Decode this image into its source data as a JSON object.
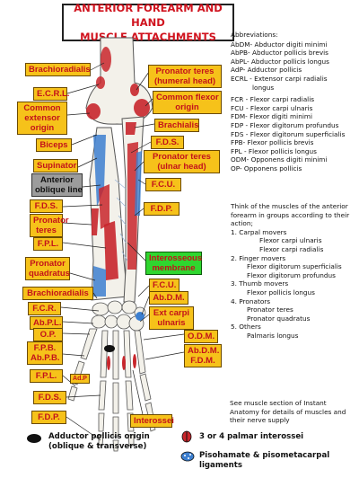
{
  "title": {
    "line1": "ANTERIOR FOREARM AND HAND",
    "line2": "MUSCLE ATTACHMENTS"
  },
  "labels": {
    "brachioradialis_top": "Brachioradialis",
    "ecrl": "E.C.R.L.",
    "common_extensor": "Common\nextensor\norigin",
    "biceps": "Biceps",
    "supinator": "Supinator",
    "anterior_oblique": "Anterior\noblique line",
    "fds_left": "F.D.S.",
    "pronator_teres_left": "Pronator\nteres",
    "fpl_top": "F.P.L.",
    "pronator_quadratus": "Pronator\nquadratus",
    "brachioradialis_bottom": "Brachioradialis",
    "fcr": "F.C.R.",
    "abpl": "Ab.P.L.",
    "op": "O.P.",
    "fpb_abpb": "F.P.B.\nAb.P.B.",
    "fpl_bottom": "F.P.L.",
    "adp": "Ad.P",
    "fds_bottom": "F.D.S.",
    "fdp_bottom": "F.D.P.",
    "pronator_teres_humeral": "Pronator teres\n(humeral head)",
    "common_flexor": "Common flexor\norigin",
    "brachialis": "Brachialis",
    "fds_right": "F.D.S.",
    "pronator_teres_ulnar": "Pronator teres\n(ulnar head)",
    "fcu_top": "F.C.U.",
    "fdp_right": "F.D.P.",
    "interosseous": "Interosseous\nmembrane",
    "fcu_bottom": "F.C.U.",
    "abdm": "Ab.D.M.",
    "ext_carpi_ulnaris": "Ext carpi\nulnaris",
    "odm": "O.D.M.",
    "abdm_fdm": "Ab.D.M.\nF.D.M.",
    "interossei": "Interossei"
  },
  "abbreviations": {
    "heading": "Abbreviations:",
    "items": [
      "AbDM- Abductor digiti minimi",
      "AbPB- Abductor pollicis brevis",
      "AbPL- Abductor pollicis longus",
      "AdP- Adductor pollicis",
      "ECRL - Extensor carpi radialis",
      "longus",
      "FCR - Flexor carpi radialis",
      "FCU - Flexor carpi ulnaris",
      "FDM- Flexor digiti minimi",
      "FDP - Flexor digitorum profundus",
      "FDS - Flexor digitorum superficialis",
      "FPB- Flexor pollicis brevis",
      "FPL - Flexor pollicis longus",
      "ODM- Opponens digiti minimi",
      "OP- Opponens pollicis"
    ]
  },
  "groups": {
    "intro": "Think of the muscles of the anterior forearm in groups according to their action;",
    "g1": "1. Carpal movers",
    "g1a": "Flexor carpi ulnaris",
    "g1b": "Flexor carpi radialis",
    "g2": "2. Finger movers",
    "g2a": "Flexor digitorum superficialis",
    "g2b": "Flexor digitorum profundus",
    "g3": "3. Thumb movers",
    "g3a": "Flexor pollicis longus",
    "g4": "4. Pronators",
    "g4a": "Pronator teres",
    "g4b": "Pronator quadratus",
    "g5": "5. Others",
    "g5a": "Palmaris longus"
  },
  "note": "See muscle section of Instant Anatomy for details of muscles and their nerve supply",
  "legend": {
    "adductor": "Adductor pollicis origin\n(oblique & transverse)",
    "interossei": "3 or 4 palmar interossei",
    "pisohamate": "Pisohamate & pisometacarpal\nligaments"
  },
  "colors": {
    "label_bg": "#f6c21a",
    "label_text": "#c3121a",
    "muscle_red": "#c8262c",
    "muscle_blue": "#3c7fd0",
    "bone": "#f3f1ea"
  }
}
